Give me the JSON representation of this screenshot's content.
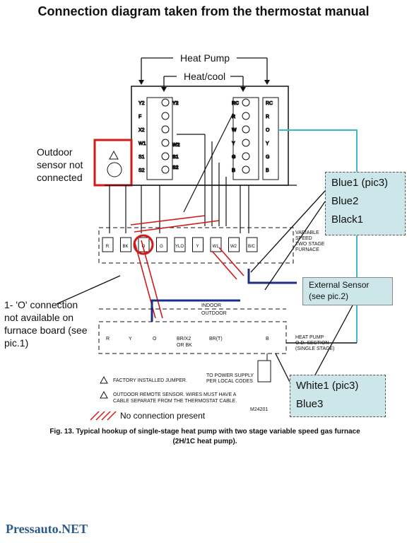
{
  "title": "Connection diagram taken from the thermostat manual",
  "labels": {
    "heat_pump": "Heat Pump",
    "heat_cool": "Heat/cool",
    "outdoor_sensor": [
      "Outdoor",
      "sensor not",
      "connected"
    ],
    "o_connection": [
      "1-   'O' connection",
      "not available on",
      "furnace board (see",
      "pic.1)"
    ],
    "external_sensor": [
      "External Sensor",
      "(see pic.2)"
    ],
    "blue_box": [
      "Blue1 (pic3)",
      "Blue2",
      "Black1"
    ],
    "white_box": [
      "White1 (pic3)",
      "Blue3"
    ]
  },
  "thermostat": {
    "left_terminals": [
      "Y2",
      "F",
      "X2",
      "W1",
      "S1",
      "S2"
    ],
    "right_terminals": [
      "RC",
      "R",
      "O",
      "Y",
      "G",
      "B"
    ],
    "left_inner": [
      "Y2",
      "W2",
      "S1",
      "S2"
    ],
    "right_inner": [
      "RC",
      "R",
      "W",
      "Y",
      "G",
      "B"
    ]
  },
  "furnace_terminals": [
    "R",
    "BK",
    "O",
    "G",
    "YLO",
    "Y",
    "W1",
    "W2",
    "B/C"
  ],
  "furnace_label": [
    "VARIABLE",
    "SPEED",
    "TWO STAGE",
    "FURNACE"
  ],
  "indoor": "INDOOR",
  "outdoor": "OUTDOOR",
  "outdoor_terminals": [
    "R",
    "Y",
    "O",
    "BR/X2",
    "OR BK",
    "BR(T)",
    "B"
  ],
  "heat_pump_section": [
    "HEAT PUMP",
    "O.D. SECTION",
    "(SINGLE STAGE)"
  ],
  "power_supply": [
    "TO POWER SUPPLY",
    "PER LOCAL CODES"
  ],
  "legend": {
    "note1": "FACTORY INSTALLED JUMPER.",
    "note2a": "OUTDOOR REMOTE SENSOR.  WIRES MUST HAVE A",
    "note2b": "CABLE SEPARATE  FROM THE THERMOSTAT CABLE.",
    "hatch": "No connection present",
    "code": "M24201"
  },
  "caption": [
    "Fig. 13. Typical hookup of single-stage heat pump with two stage variable speed gas furnace",
    "(2H/1C heat pump)."
  ],
  "brand": "Pressauto.NET",
  "colors": {
    "red": "#d11a1a",
    "cyan": "#3cb8c8",
    "navy": "#1a2f8a",
    "box": "#cde6ea"
  }
}
